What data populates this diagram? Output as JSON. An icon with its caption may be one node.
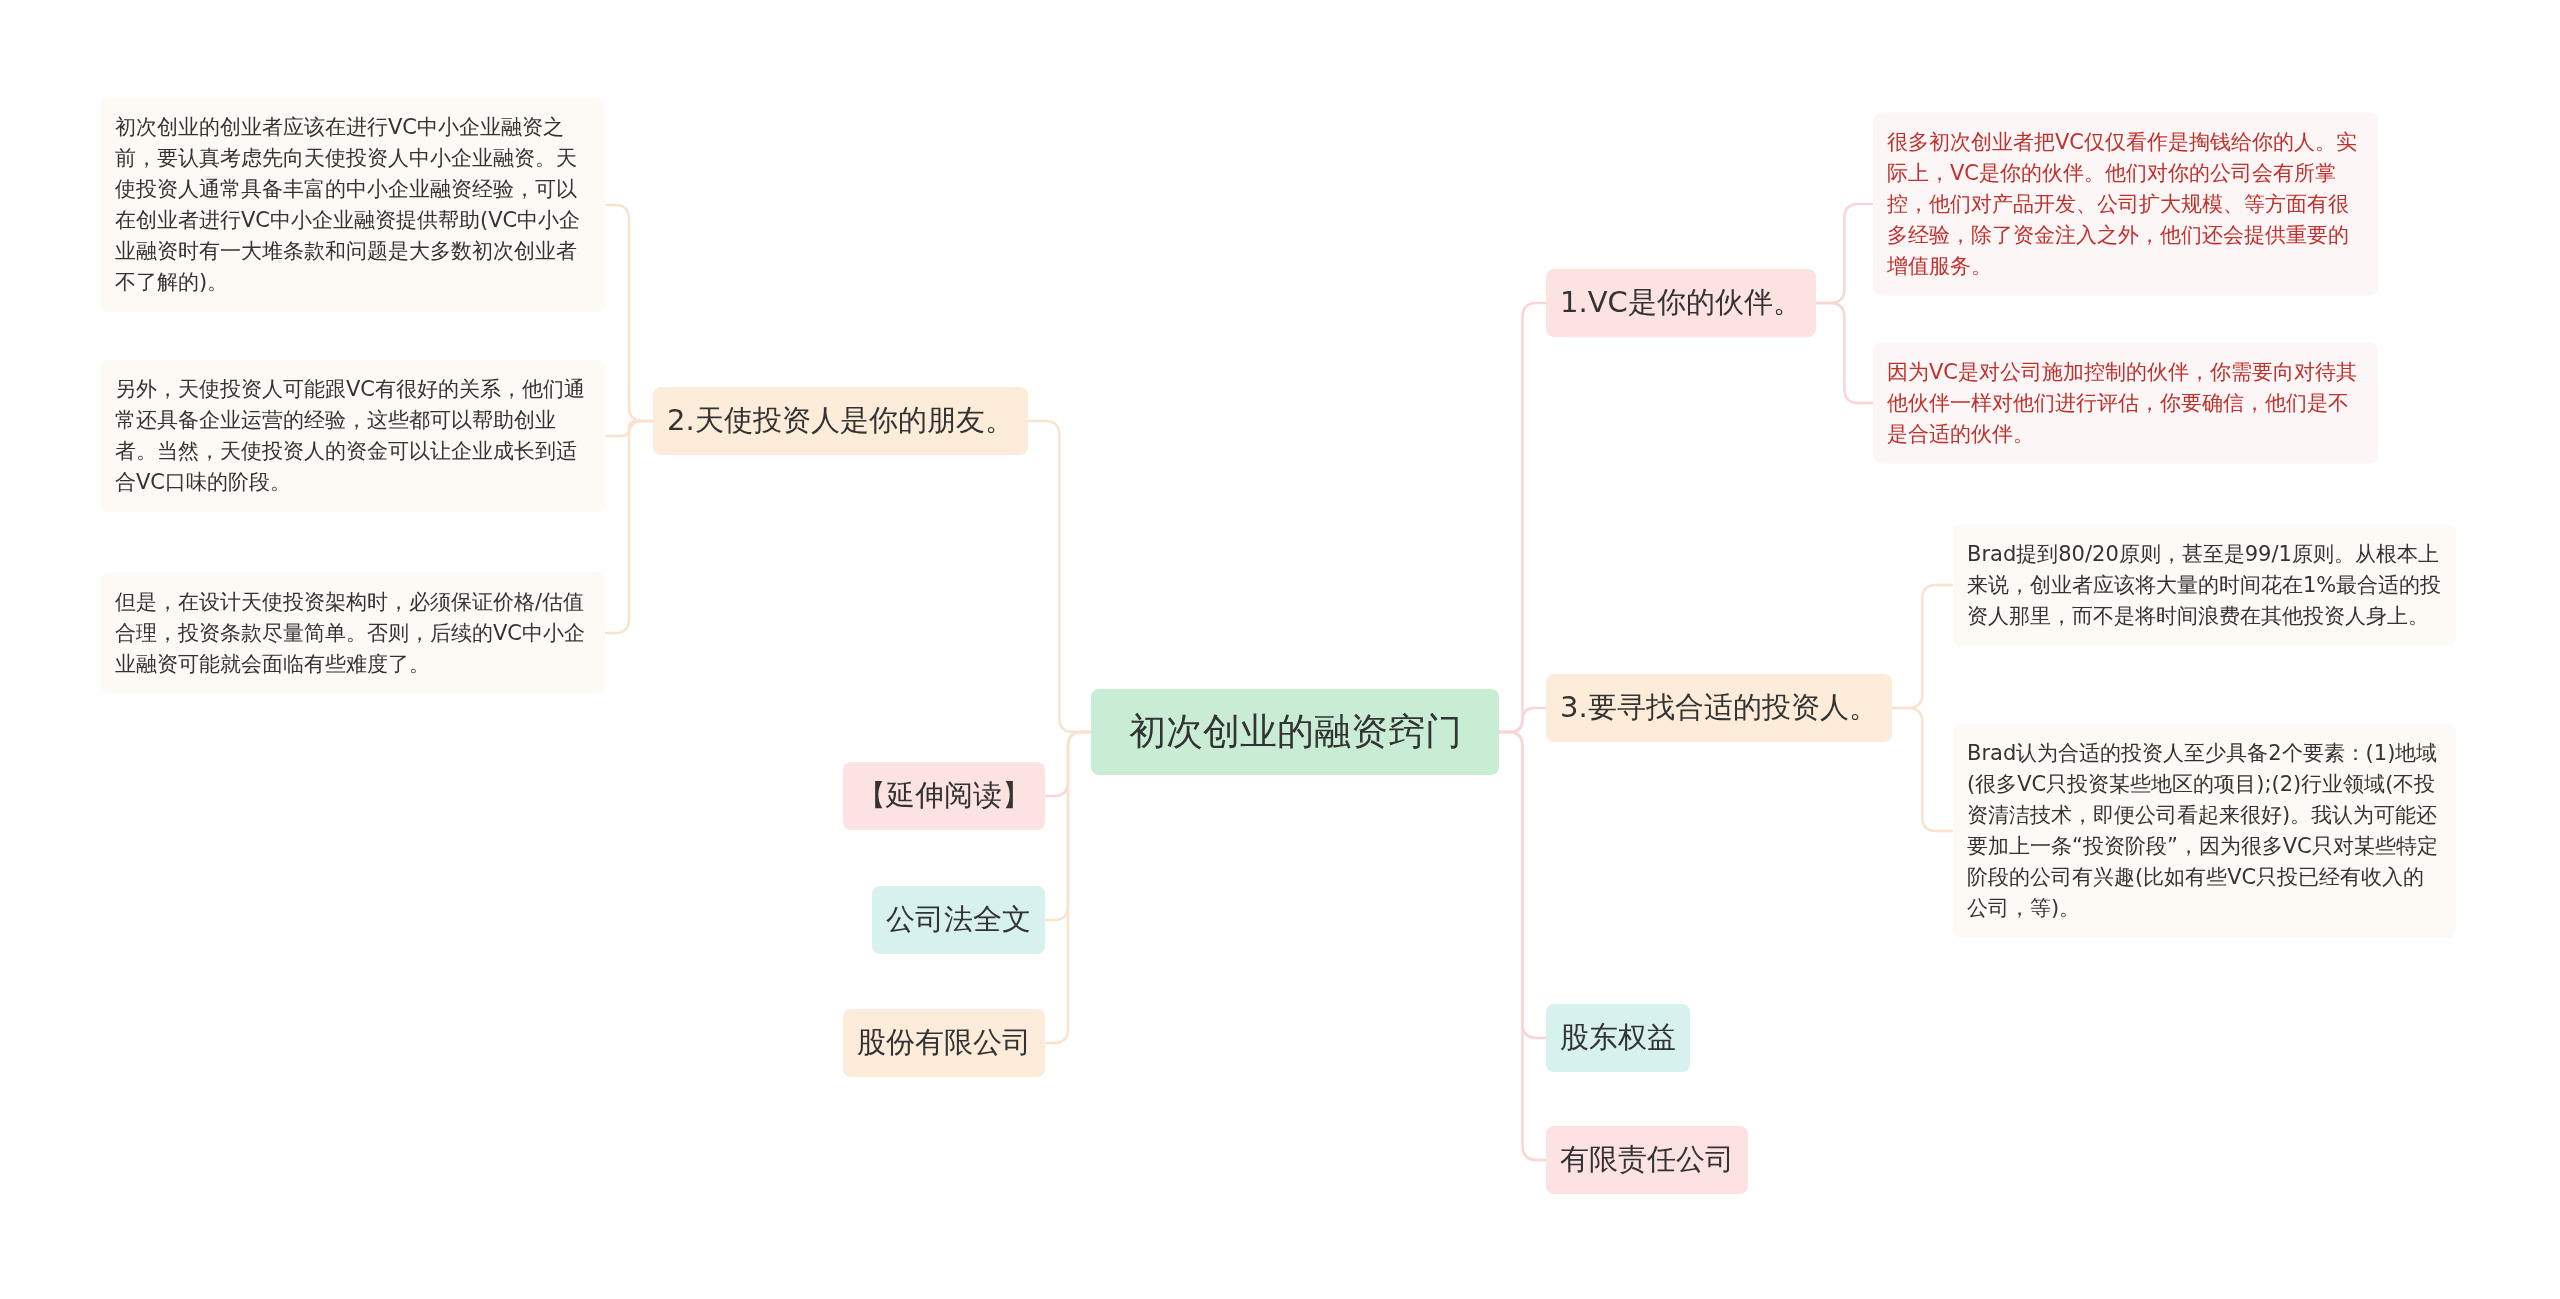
{
  "diagram": {
    "nodes": [
      {
        "text": [
          "初次创业的融资窍门"
        ]
      },
      {
        "text": [
          "2.天使投资人是你的朋友。"
        ]
      },
      {
        "text": [
          "初次创业的创业者应该在进行VC中小企业融资之前，要认真考虑先向天使投资人中小企业融资。天使投资人通常具备丰富的中小企业融资经验，可以在创业者进行VC中小企业融资提供帮助(VC中小企业融资时有一大堆条款和问题是大多数初次创业者不了解的)。"
        ]
      },
      {
        "text": [
          "另外，天使投资人可能跟VC有很好的关系，他们通常还具备企业运营的经验，这些都可以帮助创业者。当然，天使投资人的资金可以让企业成长到适合VC口味的阶段。"
        ]
      },
      {
        "text": [
          "但是，在设计天使投资架构时，必须保证价格/估值合理，投资条款尽量简单。否则，后续的VC中小企业融资可能就会面临有些难度了。"
        ]
      },
      {
        "text": [
          "【延伸阅读】"
        ]
      },
      {
        "text": [
          "公司法全文"
        ]
      },
      {
        "text": [
          "股份有限公司"
        ]
      },
      {
        "text": [
          "1.VC是你的伙伴。"
        ]
      },
      {
        "text": [
          "很多初次创业者把VC仅仅看作是掏钱给你的人。实际上，VC是你的伙伴。他们对你的公司会有所掌控，他们对产品开发、公司扩大规模、等方面有很多经验，除了资金注入之外，他们还会提供重要的增值服务。"
        ]
      },
      {
        "text": [
          "因为VC是对公司施加控制的伙伴，你需要向对待其他伙伴一样对他们进行评估，你要确信，他们是不是合适的伙伴。"
        ]
      },
      {
        "text": [
          "3.要寻找合适的投资人。"
        ]
      },
      {
        "text": [
          "Brad提到80/20原则，甚至是99/1原则。从根本上来说，创业者应该将大量的时间花在1%最合适的投资人那里，而不是将时间浪费在其他投资人身上。"
        ]
      },
      {
        "text": [
          "Brad认为合适的投资人至少具备2个要素：(1)地域(很多VC只投资某些地区的项目);(2)行业领域(不投资清洁技术，即便公司看起来很好)。我认为可能还要加上一条“投资阶段”，因为很多VC只对某些特定阶段的公司有兴趣(比如有些VC只投已经有收入的公司，等)。"
        ]
      },
      {
        "text": [
          "股东权益"
        ]
      },
      {
        "text": [
          "有限责任公司"
        ]
      }
    ],
    "edges": [
      {
        "from": 0,
        "to": 1,
        "arrow": "none",
        "color": "#f9e3cc"
      },
      {
        "from": 1,
        "to": 2,
        "arrow": "none",
        "color": "#f9e3cc"
      },
      {
        "from": 1,
        "to": 3,
        "arrow": "none",
        "color": "#f9e3cc"
      },
      {
        "from": 1,
        "to": 4,
        "arrow": "none",
        "color": "#f9e3cc"
      },
      {
        "from": 0,
        "to": 5,
        "arrow": "none",
        "color": "#f9d6d6"
      },
      {
        "from": 0,
        "to": 6,
        "arrow": "none",
        "color": "#f9e3cc"
      },
      {
        "from": 0,
        "to": 7,
        "arrow": "none",
        "color": "#f9e3cc"
      },
      {
        "from": 0,
        "to": 8,
        "arrow": "none",
        "color": "#f9d6d6"
      },
      {
        "from": 8,
        "to": 9,
        "arrow": "none",
        "color": "#f9d6d6"
      },
      {
        "from": 8,
        "to": 10,
        "arrow": "none",
        "color": "#f9d6d6"
      },
      {
        "from": 0,
        "to": 11,
        "arrow": "none",
        "color": "#f9d6d6"
      },
      {
        "from": 11,
        "to": 12,
        "arrow": "none",
        "color": "#f9e3cc"
      },
      {
        "from": 11,
        "to": 13,
        "arrow": "none",
        "color": "#f9e3cc"
      },
      {
        "from": 0,
        "to": 14,
        "arrow": "none",
        "color": "#f9d6d6"
      },
      {
        "from": 0,
        "to": 15,
        "arrow": "none",
        "color": "#f9d6d6"
      }
    ]
  }
}
